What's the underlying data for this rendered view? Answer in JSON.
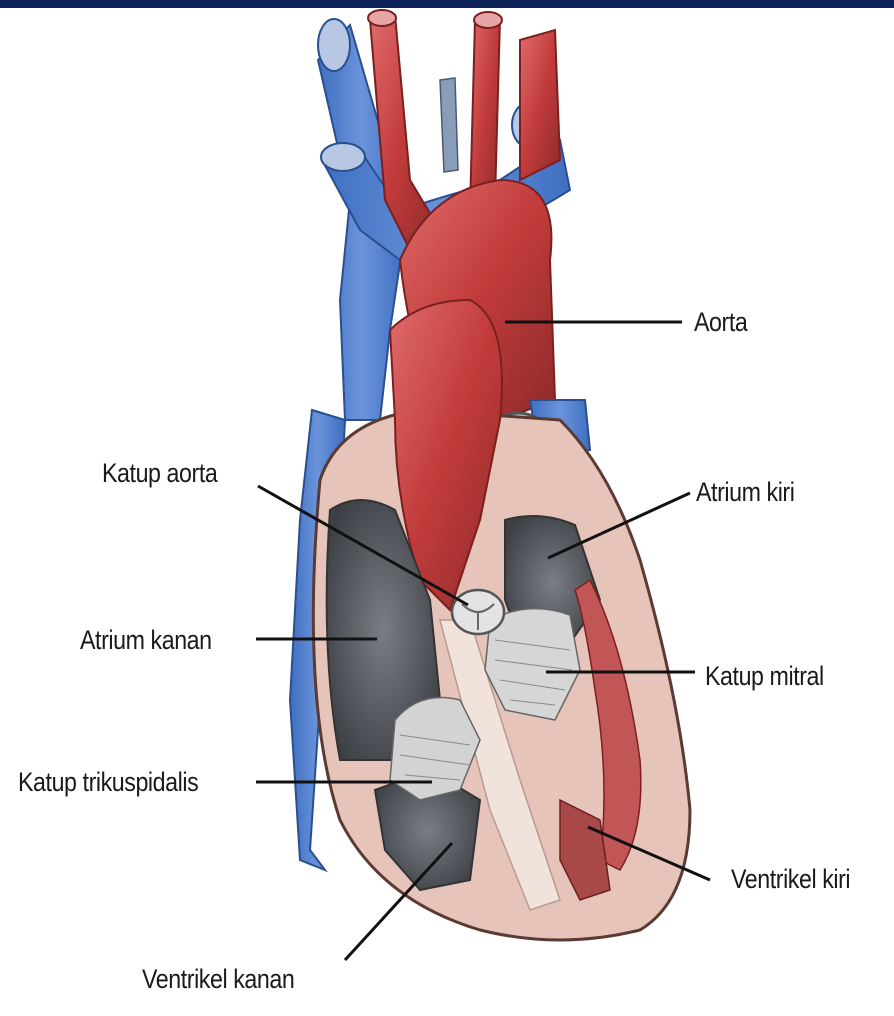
{
  "colors": {
    "top_bar": "#0b2257",
    "vein_blue": "#4b79c8",
    "artery_red": "#c13b3b",
    "muscle": "#d8b3a8",
    "chamber_dark": "#505459",
    "valve_gray": "#c9c9c9",
    "leader_line": "#111111"
  },
  "labels": {
    "aorta": "Aorta",
    "atrium_kiri": "Atrium kiri",
    "katup_aorta": "Katup aorta",
    "atrium_kanan": "Atrium kanan",
    "katup_mitral": "Katup mitral",
    "katup_trikuspidalis": "Katup trikuspidalis",
    "ventrikel_kiri": "Ventrikel kiri",
    "ventrikel_kanan": "Ventrikel kanan"
  }
}
